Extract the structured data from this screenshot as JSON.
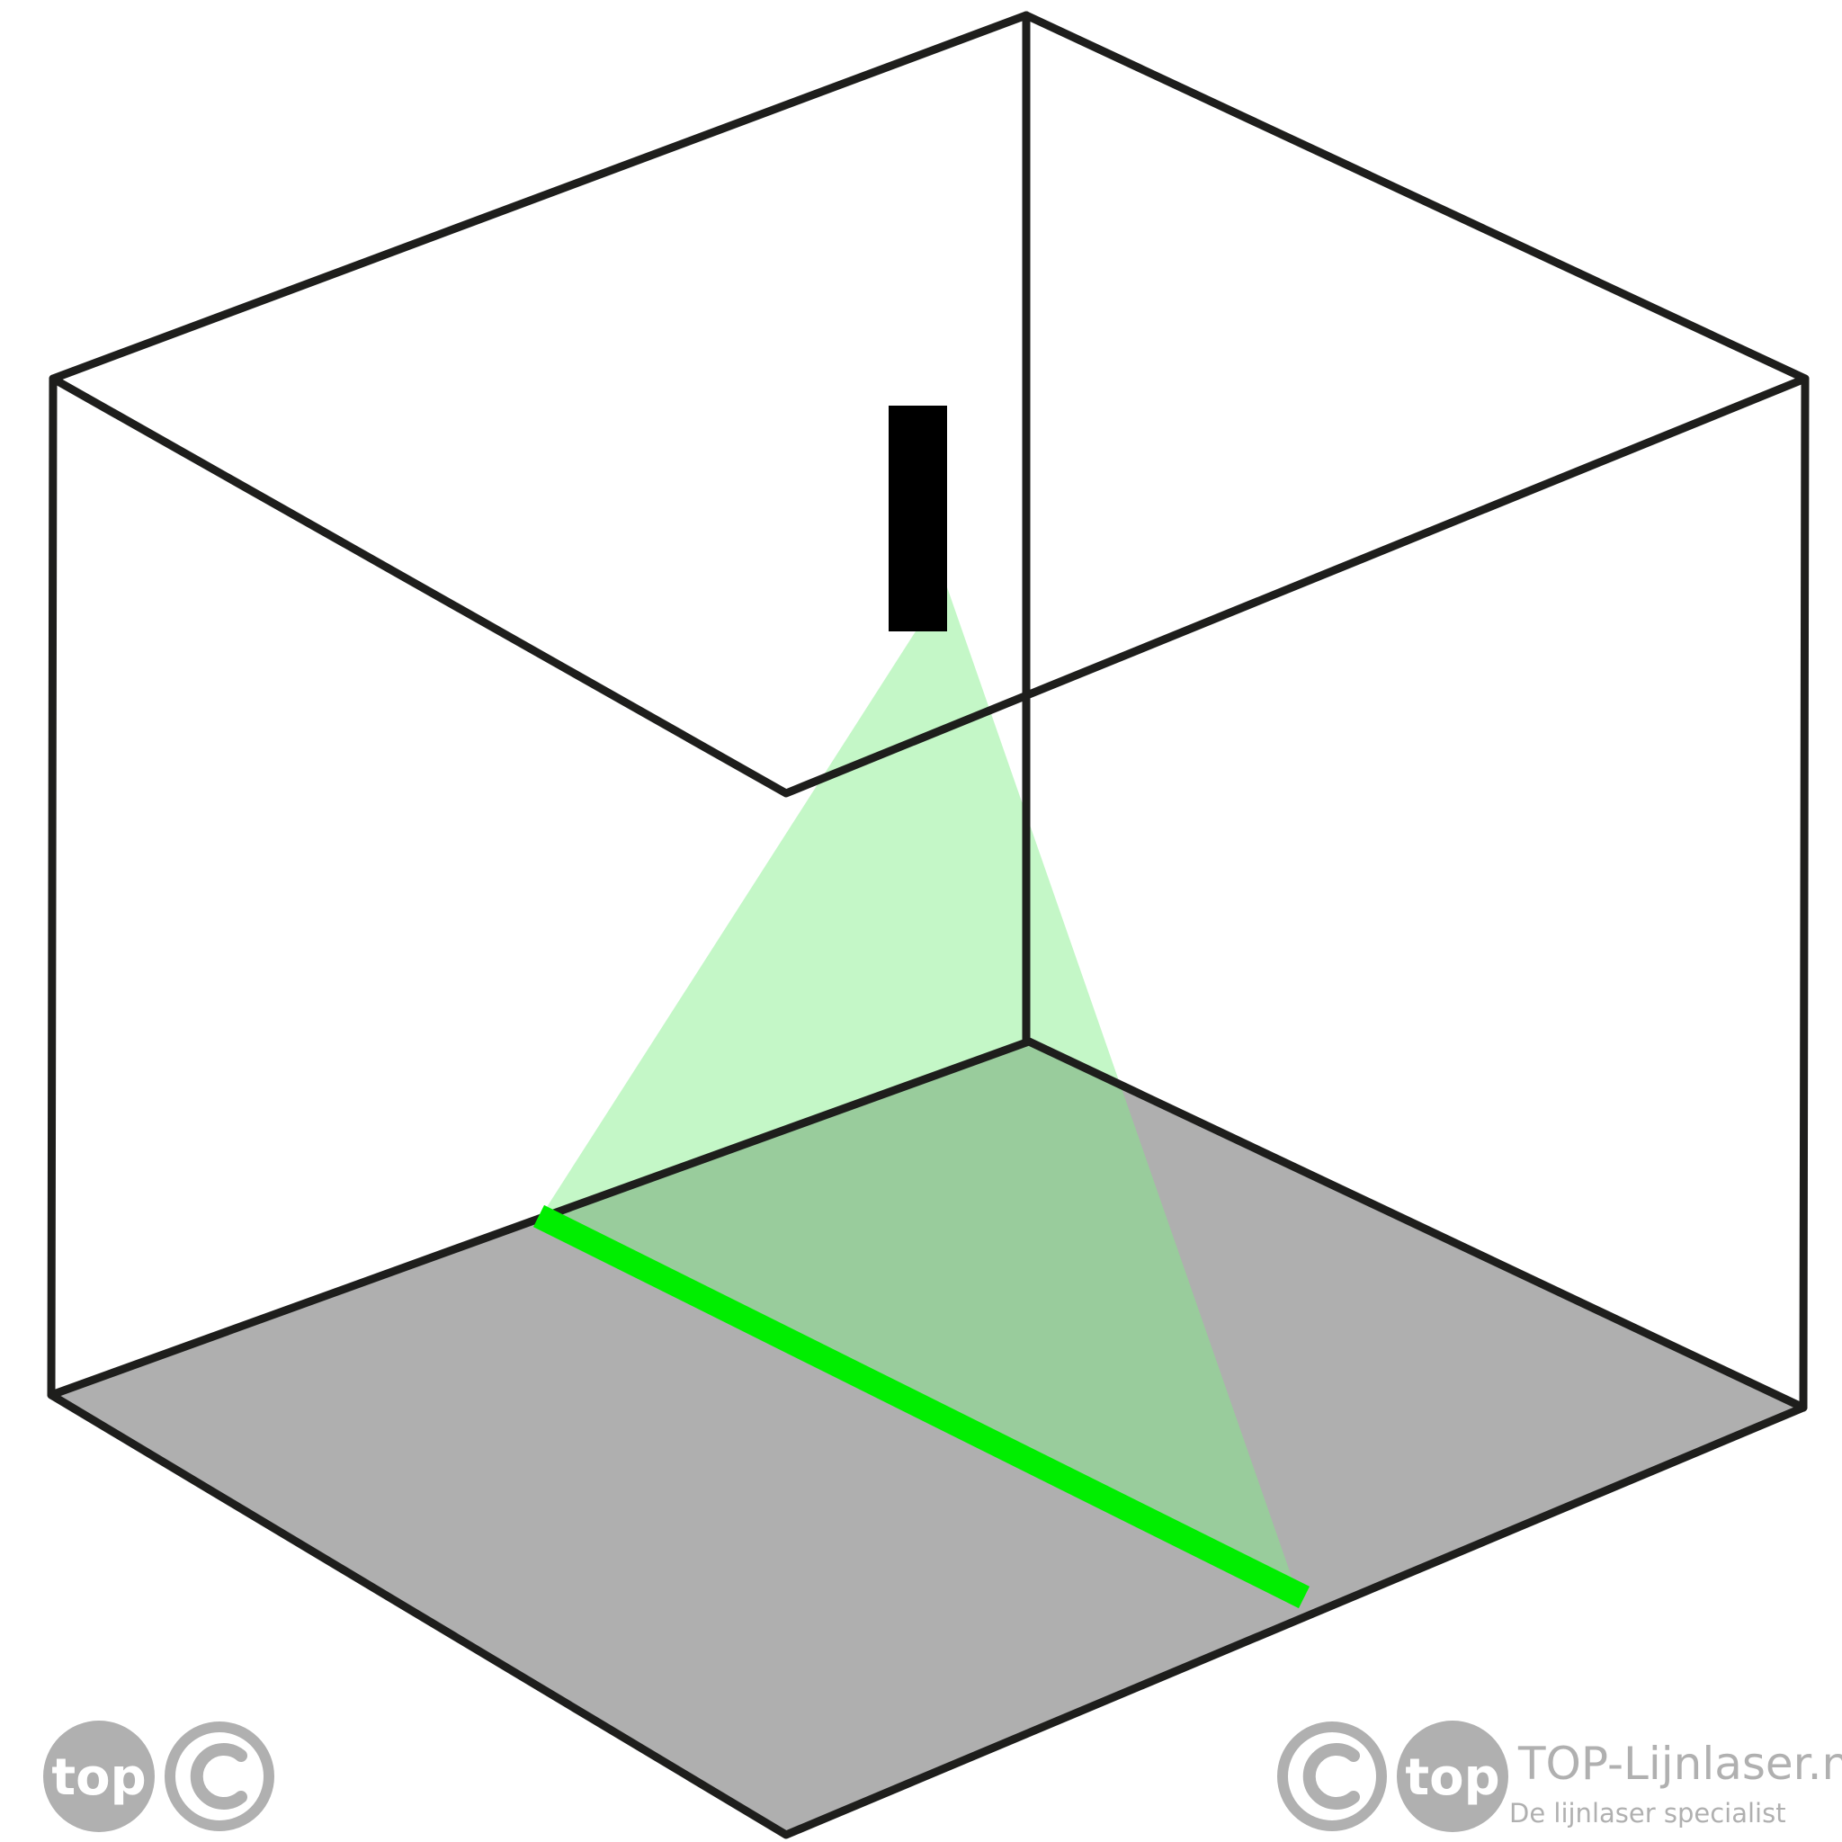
{
  "colors": {
    "edge": "#1e1e1c",
    "floor": "#afafaf",
    "laser_line": "#00ee00",
    "laser_fan": "#7fee85",
    "laser_device": "#000000",
    "watermark": "#b0b0b0",
    "watermark_text": "#ffffff"
  },
  "watermark_left": {
    "logo_text": "top"
  },
  "watermark_right": {
    "logo_text": "top",
    "brand_name": "TOP-Lijnlaser.nl",
    "tagline": "De lijnlaser specialist"
  }
}
